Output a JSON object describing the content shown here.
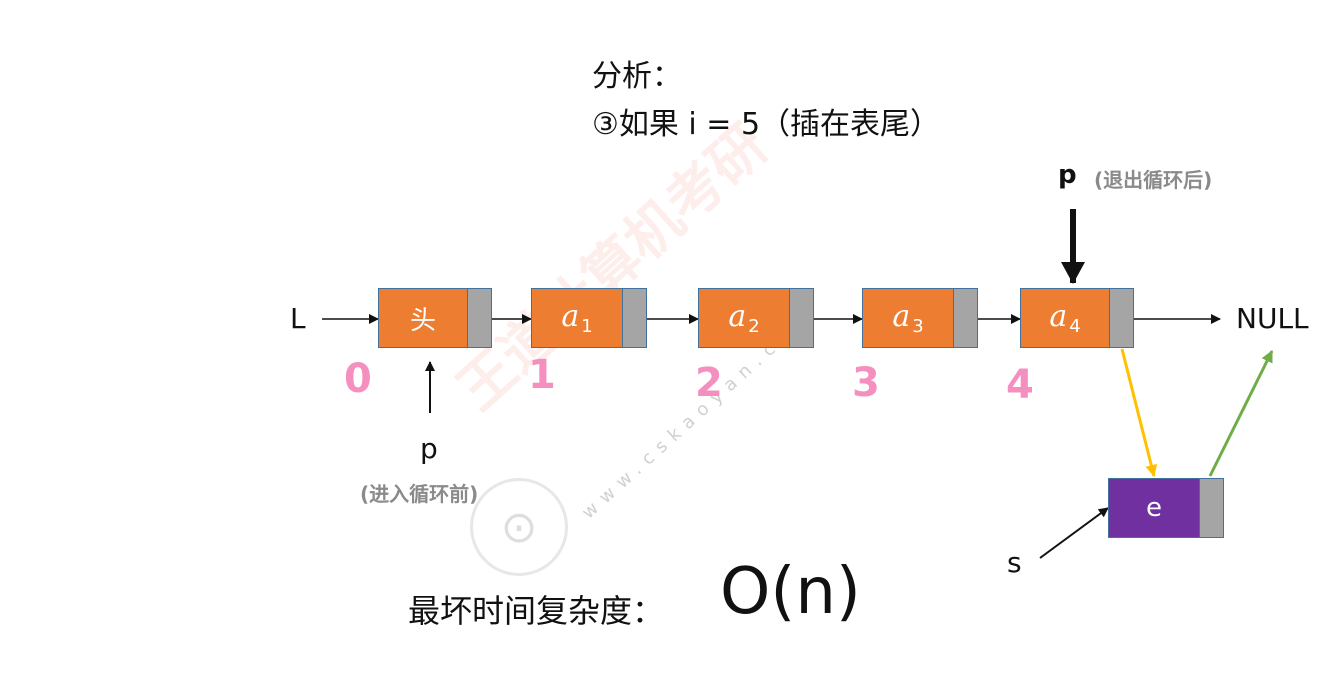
{
  "title": {
    "line1": "分析：",
    "line2": "③如果 i = 5（插在表尾）"
  },
  "list": {
    "head_pointer": "L",
    "nodes": [
      {
        "label": "头",
        "kind": "head"
      },
      {
        "letter": "a",
        "sub": "1",
        "kind": "elem"
      },
      {
        "letter": "a",
        "sub": "2",
        "kind": "elem"
      },
      {
        "letter": "a",
        "sub": "3",
        "kind": "elem"
      },
      {
        "letter": "a",
        "sub": "4",
        "kind": "elem"
      }
    ],
    "null_label": "NULL",
    "indices": [
      "0",
      "1",
      "2",
      "3",
      "4"
    ]
  },
  "pointer_before": {
    "label": "p",
    "note": "(进入循环前)"
  },
  "pointer_after": {
    "label": "p",
    "note": "(退出循环后)"
  },
  "new_node": {
    "label": "e",
    "pointer": "s"
  },
  "complexity": {
    "label": "最坏时间复杂度：",
    "value": "O(n)"
  },
  "watermark": {
    "text": "王道计算机考研",
    "url": "www.cskaoyan.com",
    "seal": "⊙"
  },
  "colors": {
    "node_fill": "#ed7d31",
    "node_border": "#41719c",
    "pointer_fill": "#a5a5a5",
    "new_node_fill": "#7030a0",
    "pink_index": "#f58fbf",
    "yellow_arrow": "#ffc000",
    "green_arrow": "#70ad47"
  }
}
